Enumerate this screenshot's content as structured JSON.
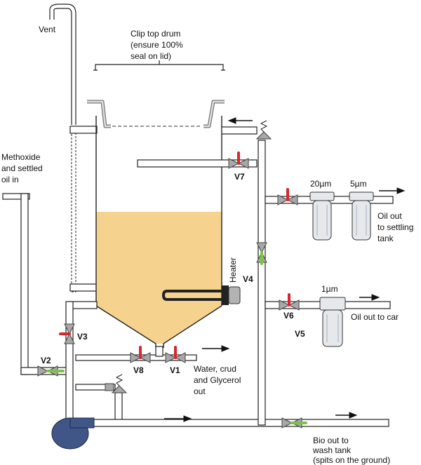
{
  "labels": {
    "vent": "Vent",
    "clip_top_1": "Clip top drum",
    "clip_top_2": "(ensure 100%",
    "clip_top_3": "seal on lid)",
    "methoxide_1": "Methoxide",
    "methoxide_2": "and settled",
    "methoxide_3": "oil in",
    "heater": "Heater",
    "filter_20": "20µm",
    "filter_5": "5µm",
    "filter_1": "1µm",
    "oil_settle_1": "Oil out",
    "oil_settle_2": "to settling",
    "oil_settle_3": "tank",
    "oil_car": "Oil out to car",
    "water_1": "Water, crud",
    "water_2": "and Glycerol",
    "water_3": "out",
    "bio_1": "Bio out to",
    "bio_2": "wash tank",
    "bio_3": "(spits on the ground)"
  },
  "valves": {
    "v1": "V1",
    "v2": "V2",
    "v3": "V3",
    "v4": "V4",
    "v5": "V5",
    "v6": "V6",
    "v7": "V7",
    "v8": "V8"
  },
  "colors": {
    "liquid": "#f5d38e",
    "valve_body": "#a8a8a8",
    "handle_red": "#d8262c",
    "handle_green": "#7cc243",
    "pump": "#3f5687",
    "filter": "#e6e9ec"
  }
}
